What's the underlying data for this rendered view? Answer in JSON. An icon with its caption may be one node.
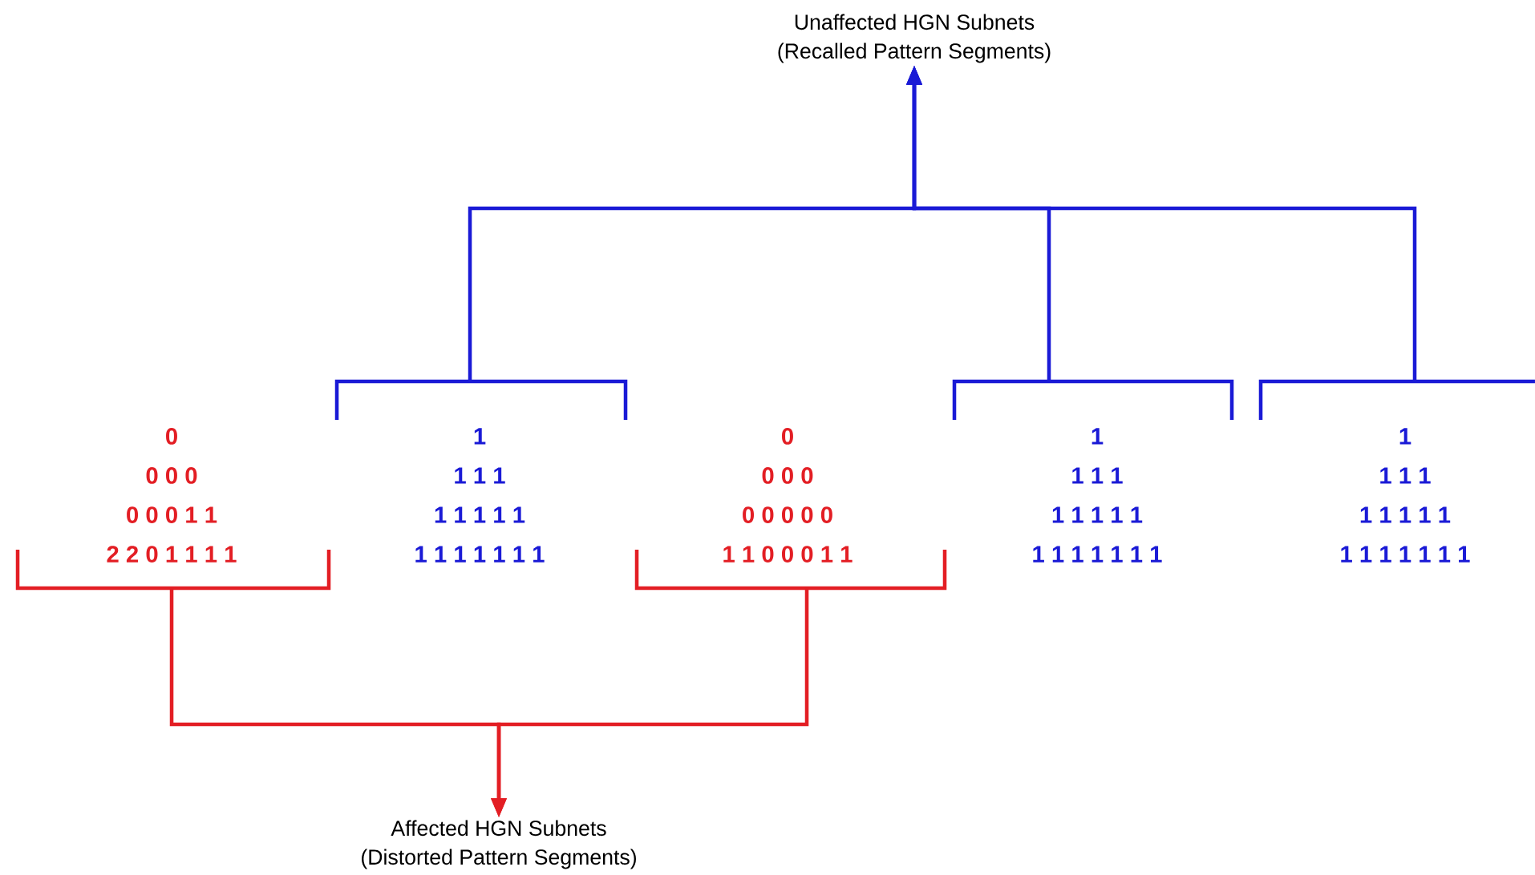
{
  "diagram": {
    "nodes": [
      {
        "text": [
          "Unaffected HGN Subnets",
          "(Recalled Pattern Segments)"
        ]
      },
      {
        "text": [
          "0",
          "0 0 0",
          "0 0 0 1 1",
          "2 2 0 1 1 1 1"
        ]
      },
      {
        "text": [
          "1",
          "1 1 1",
          "1 1 1 1 1",
          "1 1 1 1 1 1 1"
        ]
      },
      {
        "text": [
          "0",
          "0 0 0",
          "0 0 0 0 0",
          "1 1 0 0 0 1 1"
        ]
      },
      {
        "text": [
          "1",
          "1 1 1",
          "1 1 1 1 1",
          "1 1 1 1 1 1 1"
        ]
      },
      {
        "text": [
          "1",
          "1 1 1",
          "1 1 1 1 1",
          "1 1 1 1 1 1 1"
        ]
      },
      {
        "text": [
          "Affected HGN Subnets",
          "(Distorted Pattern Segments)"
        ]
      }
    ],
    "edges": [
      {
        "from": 2,
        "to": 0,
        "arrow": "to"
      },
      {
        "from": 4,
        "to": 0,
        "arrow": "to"
      },
      {
        "from": 5,
        "to": 0,
        "arrow": "to"
      },
      {
        "from": 1,
        "to": 6,
        "arrow": "to",
        "color": "#e31e24"
      },
      {
        "from": 3,
        "to": 6,
        "arrow": "to",
        "color": "#e31e24"
      }
    ]
  }
}
